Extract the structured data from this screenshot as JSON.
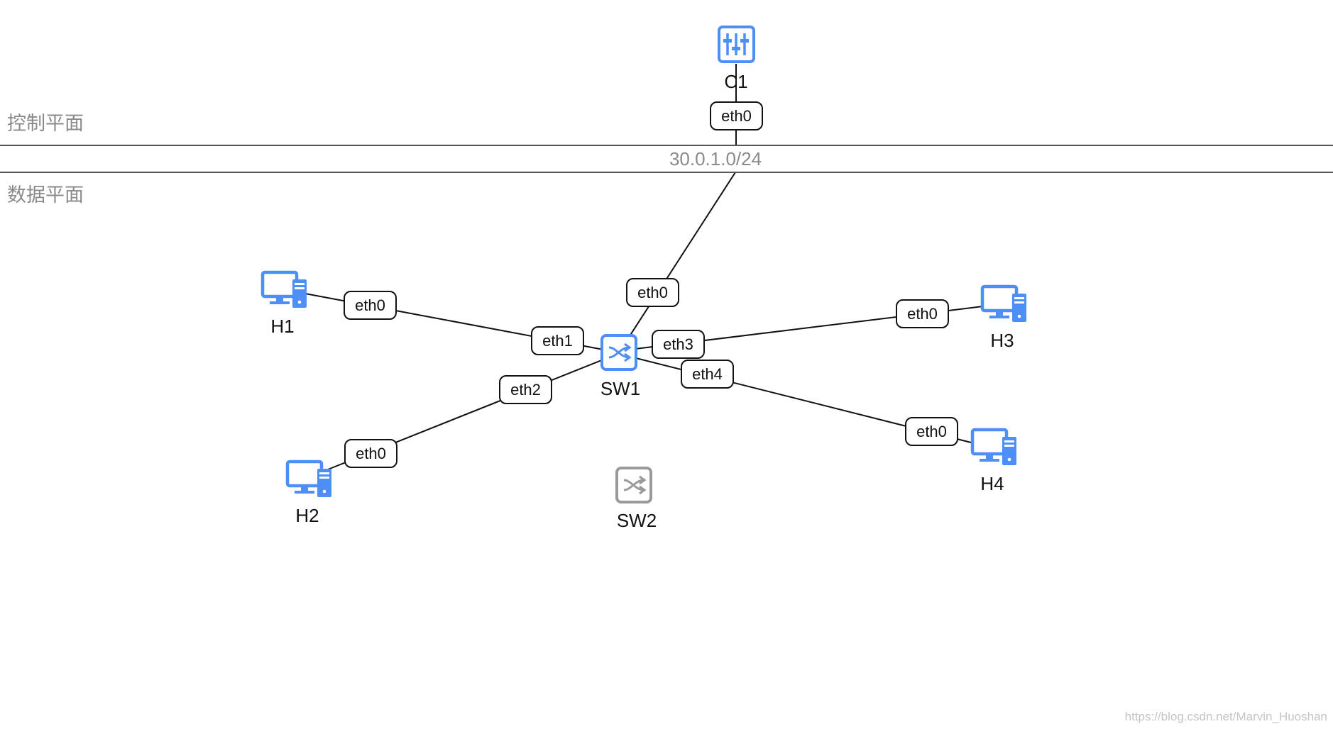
{
  "diagram": {
    "planes": {
      "control": "控制平面",
      "data": "数据平面"
    },
    "subnet": {
      "label": "30.0.1.0/24"
    },
    "nodes": {
      "c1": {
        "label": "C1",
        "icon": "controller-icon",
        "color": "#4e8ef7"
      },
      "sw1": {
        "label": "SW1",
        "icon": "switch-icon",
        "color": "#4e8ef7"
      },
      "sw2": {
        "label": "SW2",
        "icon": "switch-icon",
        "color": "#9a9a9a"
      },
      "h1": {
        "label": "H1",
        "icon": "host-icon",
        "color": "#4e8ef7"
      },
      "h2": {
        "label": "H2",
        "icon": "host-icon",
        "color": "#4e8ef7"
      },
      "h3": {
        "label": "H3",
        "icon": "host-icon",
        "color": "#4e8ef7"
      },
      "h4": {
        "label": "H4",
        "icon": "host-icon",
        "color": "#4e8ef7"
      }
    },
    "ports": {
      "c1_eth0": "eth0",
      "sw1_eth0": "eth0",
      "sw1_eth1": "eth1",
      "sw1_eth2": "eth2",
      "sw1_eth3": "eth3",
      "sw1_eth4": "eth4",
      "h1_eth0": "eth0",
      "h2_eth0": "eth0",
      "h3_eth0": "eth0",
      "h4_eth0": "eth0"
    },
    "links": [
      {
        "from": "c1",
        "to": "subnet"
      },
      {
        "from": "subnet",
        "to": "sw1"
      },
      {
        "from": "h1",
        "to": "sw1"
      },
      {
        "from": "h2",
        "to": "sw1"
      },
      {
        "from": "h3",
        "to": "sw1"
      },
      {
        "from": "h4",
        "to": "sw1"
      }
    ]
  },
  "watermark": "https://blog.csdn.net/Marvin_Huoshan"
}
